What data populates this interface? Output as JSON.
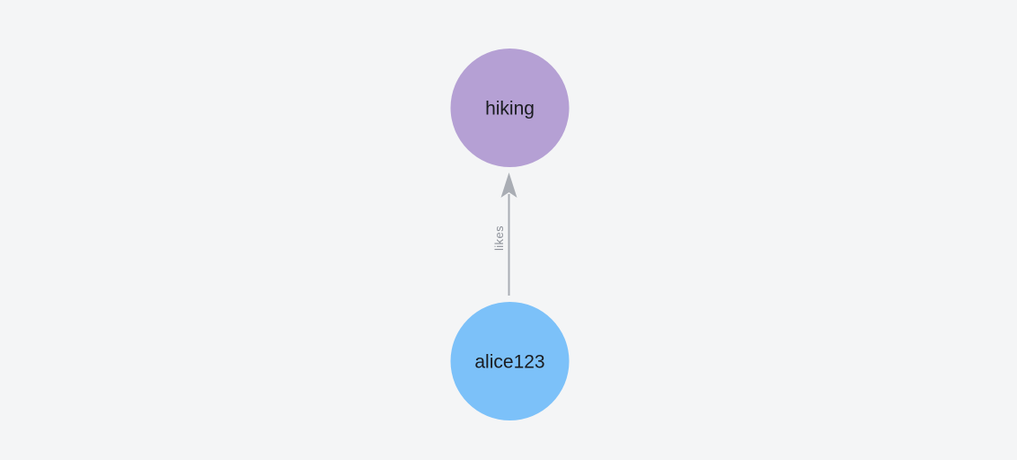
{
  "diagram": {
    "type": "graph",
    "background": "#f4f5f6",
    "nodes": [
      {
        "id": "hiking",
        "label": "hiking",
        "color": "#b5a0d4"
      },
      {
        "id": "alice123",
        "label": "alice123",
        "color": "#7cc1f9"
      }
    ],
    "edges": [
      {
        "from": "alice123",
        "to": "hiking",
        "label": "likes",
        "color": "#a9adb4",
        "direction": "up"
      }
    ],
    "node_label_color": "#1a1c20",
    "edge_label_color": "#8d9199"
  }
}
